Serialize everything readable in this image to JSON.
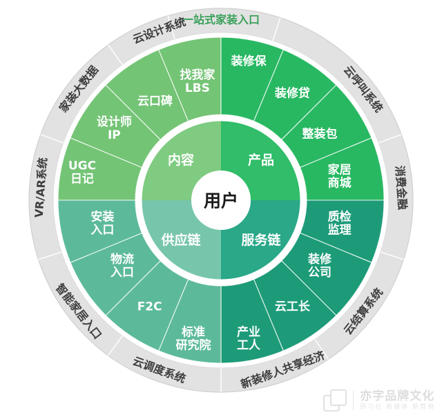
{
  "diagram": {
    "title_top": "一站式家装入口",
    "center": {
      "label": "用户"
    },
    "colors": {
      "content": "#74c476",
      "product": "#28b862",
      "supply": "#5cba9b",
      "service": "#1d9b79",
      "content_inner": "#7ecb81",
      "product_inner": "#31bd69",
      "supply_inner": "#77c6ac",
      "service_inner": "#2aa888",
      "outer_ring": "#e2e2e2",
      "outer_ring_edge": "#d4d4d4",
      "top_label": "#3aa05a",
      "outer_text": "#3d3d3d",
      "center_text": "#1a1a1a",
      "segment_text": "#ffffff"
    },
    "quadrants": [
      {
        "key": "content",
        "label": "内容",
        "segments": [
          "UGC日记",
          "设计师IP",
          "云口碑",
          "找我家LBS"
        ]
      },
      {
        "key": "product",
        "label": "产品",
        "segments": [
          "装修保",
          "装修贷",
          "整装包",
          "家居商城"
        ]
      },
      {
        "key": "service",
        "label": "服务链",
        "segments": [
          "质检监理",
          "装修公司",
          "云工长",
          "产业工人"
        ]
      },
      {
        "key": "supply",
        "label": "供应链",
        "segments": [
          "标准研究院",
          "F2C",
          "物流入口",
          "安装入口"
        ]
      }
    ],
    "outer_ring_labels": [
      {
        "text": "一站式家装入口",
        "highlight": true
      },
      {
        "text": "云呼叫系统",
        "highlight": false
      },
      {
        "text": "消费金融",
        "highlight": false
      },
      {
        "text": "云结算系统",
        "highlight": false
      },
      {
        "text": "新装修人共享经济",
        "highlight": false
      },
      {
        "text": "云调度系统",
        "highlight": false
      },
      {
        "text": "智能家居入口",
        "highlight": false
      },
      {
        "text": "VR/AR系统",
        "highlight": false
      },
      {
        "text": "家装大数据",
        "highlight": false
      },
      {
        "text": "云设计系统",
        "highlight": false
      }
    ]
  },
  "watermark": {
    "name": "亦字品牌文化",
    "subtitle": "研习社 新媒体 新营销"
  }
}
